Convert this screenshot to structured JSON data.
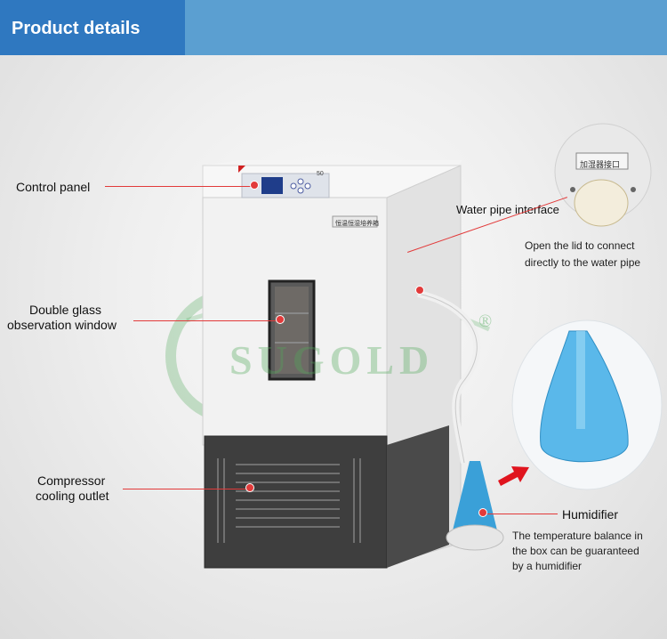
{
  "header": {
    "title": "Product details"
  },
  "watermark": {
    "brand": "SUGOLD",
    "registered": "®"
  },
  "device_text": {
    "panel_number": "50",
    "door_label": "恒温恒湿培养箱",
    "inlet_label": "加湿器接口"
  },
  "callouts": {
    "control_panel": "Control panel",
    "window_line1": "Double glass",
    "window_line2": "observation window",
    "compressor_line1": "Compressor",
    "compressor_line2": "cooling outlet",
    "water_pipe": "Water pipe interface",
    "water_pipe_note1": "Open the lid to connect",
    "water_pipe_note2": "directly to the water pipe",
    "humidifier": "Humidifier",
    "humidifier_note1": "The temperature balance in",
    "humidifier_note2": "the box can be guaranteed",
    "humidifier_note3": "by a humidifier"
  },
  "colors": {
    "banner_dark": "#2f78c0",
    "banner_light": "#5b9fd1",
    "callout_red": "#e23a3a"
  }
}
